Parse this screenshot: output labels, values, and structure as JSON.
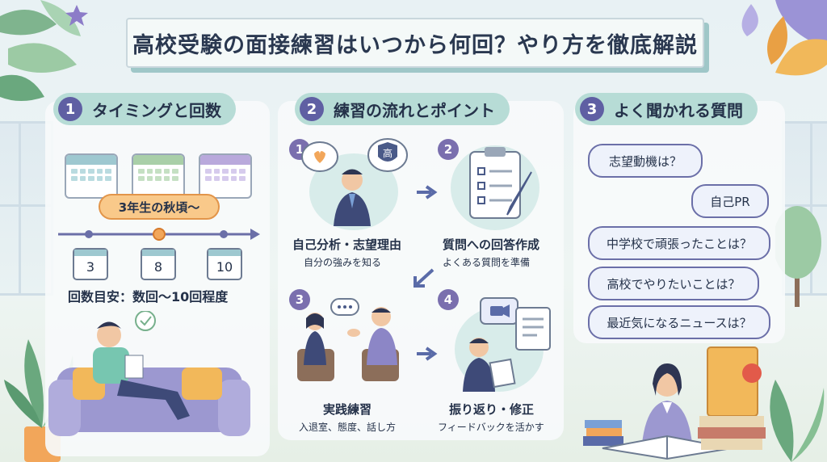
{
  "title": "高校受験の面接練習はいつから何回？やり方を徹底解説",
  "sections": [
    {
      "num": "1",
      "title": "タイミングと回数"
    },
    {
      "num": "2",
      "title": "練習の流れとポイント"
    },
    {
      "num": "3",
      "title": "よく聞かれる質問"
    }
  ],
  "timing": {
    "start_label": "3年生の秋頃〜",
    "calendar_days": [
      "3",
      "8",
      "10"
    ],
    "count_guide": "回数目安：数回〜10回程度"
  },
  "steps": [
    {
      "num": "1",
      "title": "自己分析・志望理由",
      "sub": "自分の強みを知る"
    },
    {
      "num": "2",
      "title": "質問への回答作成",
      "sub": "よくある質問を準備"
    },
    {
      "num": "3",
      "title": "実践練習",
      "sub": "入退室、態度、話し方"
    },
    {
      "num": "4",
      "title": "振り返り・修正",
      "sub": "フィードバックを活かす"
    }
  ],
  "shield_char": "高",
  "questions": [
    "志望動機は？",
    "自己PR",
    "中学校で頑張ったことは？",
    "高校でやりたいことは？",
    "最近気になるニュースは？"
  ],
  "colors": {
    "accent": "#5f5fa3",
    "teal": "#b7dcd6",
    "ink": "#25324a"
  }
}
